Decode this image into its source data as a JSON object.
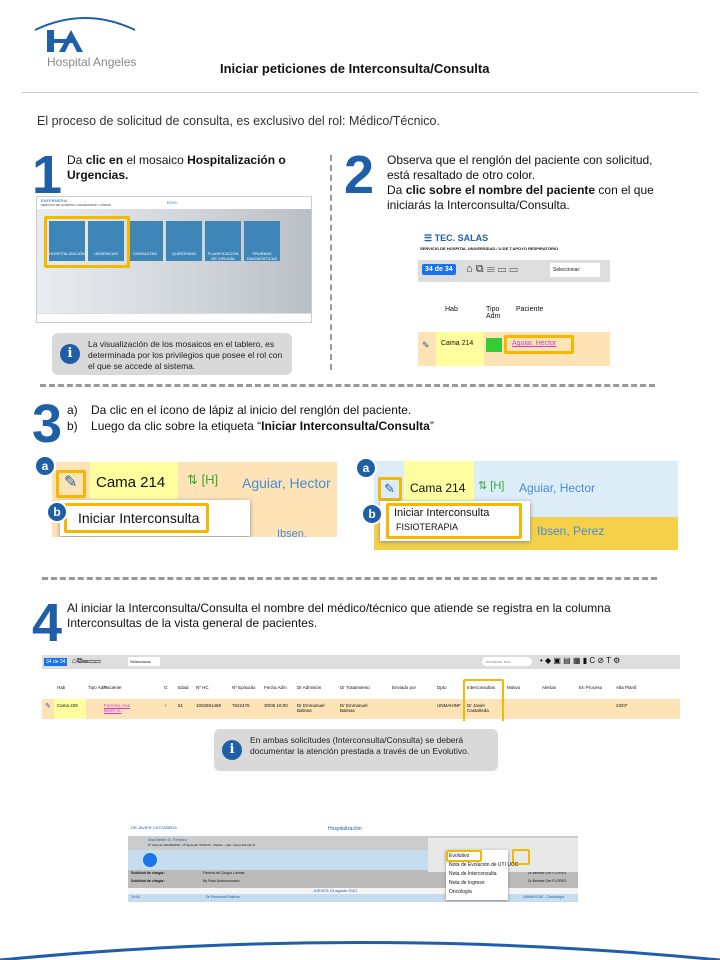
{
  "header": {
    "logo_text": "Hospital Angeles",
    "title": "Iniciar peticiones de Interconsulta/Consulta"
  },
  "intro": "El proceso de solicitud de consulta, es exclusivo del rol: Médico/Técnico.",
  "step1": {
    "number": "1",
    "text_a": "Da ",
    "text_b": "clic en",
    "text_c": " el mosaico ",
    "text_d": "Hospitalización o Urgencias.",
    "shot": {
      "user": "ENFERMERIA",
      "service": "SERVICIO DE HOSPITAL UNIVERSIDAD / UNIDAD",
      "center": "ECHI",
      "tiles": [
        "HOSPITALIZACIÓN",
        "URGENCIAS",
        "CONSULTAS",
        "QUIRÓFANO",
        "PLANIFICACIÓN DE CIRUGÍA",
        "PRUEBAS DIAGNÓSTICAS"
      ]
    },
    "info": "La visualización de los mosaicos en el tablero, es determinada por los privilegios que posee el rol con el que se accede al sistema."
  },
  "step2": {
    "number": "2",
    "text_a": "Observa que el renglón del paciente con solicitud, está resaltado de otro color.",
    "text_b": "Da ",
    "text_c": "clic sobre el nombre del paciente",
    "text_d": " con el que iniciarás la Interconsulta/Consulta.",
    "shot": {
      "user": "TEC. SALAS",
      "service": "SERVICIO DE HOSPITAL UNIVERSIDAD / U.DE T.APOYO RESPIRATORIO",
      "count": "34 de 34",
      "select": "Seleccionar:",
      "col_hab": "Hab",
      "col_tipo": "Tipo Adm",
      "col_paciente": "Paciente",
      "hab": "Cama 214",
      "paciente": "Aguiar, Hector"
    }
  },
  "step3": {
    "number": "3",
    "a_label": "a)",
    "a_text": "Da clic en el ícono de lápiz al inicio del renglón del paciente.",
    "b_label": "b)",
    "b_text_1": "Luego da clic sobre la etiqueta “",
    "b_text_2": "Iniciar Interconsulta",
    "b_text_3": "/Consulta",
    "b_text_4": "”",
    "img1": {
      "badge_a": "a",
      "badge_b": "b",
      "hab": "Cama 214",
      "paciente": "Aguiar, Hector",
      "menu": "Iniciar Interconsulta",
      "next": "Ibsen, Perez"
    },
    "img2": {
      "badge_a": "a",
      "badge_b": "b",
      "hab": "Cama 214",
      "paciente": "Aguiar, Hector",
      "menu": "Iniciar Interconsulta",
      "sub": "FISIOTERAPIA",
      "next": "Ibsen, Perez"
    }
  },
  "step4": {
    "number": "4",
    "text": "Al iniciar la Interconsulta/Consulta el nombre del médico/técnico que atiende se registra en la columna Interconsultas de la vista general de pacientes.",
    "shot": {
      "count": "34 de 34",
      "select": "Seleccionar",
      "search": "Introducir text...",
      "columns": [
        "Hab",
        "Tipo Adm",
        "Paciente",
        "G",
        "Edad",
        "Nº HC",
        "Nº Episodio",
        "Fecha Adm",
        "Dr Admisión",
        "Dr Tratamiento",
        "Enviado por",
        "Dpto",
        "Interconsultas",
        "Motivo",
        "Alertas",
        "En Proceso",
        "Alta Planif."
      ],
      "row": [
        "Cama 229",
        "",
        "Ferreira, Ana Belén G.",
        "♀",
        "51",
        "1002691458",
        "7622476",
        "30/06 16:00",
        "Dr Emmanuel Balinas",
        "Dr Emmanuel Balinas",
        "",
        "UNMAHINF",
        "Dr Javier Castañeda",
        "",
        "",
        "",
        "23/07"
      ]
    },
    "info": "En ambas solicitudes (Interconsulta/Consulta) se deberá documentar la atención prestada a través de un Evolutivo."
  },
  "bottom_shot": {
    "user": "DR JAVIER CASTAÑEDA",
    "center": "Hospitalización",
    "patient": "Ana Belén G. Ferreira",
    "details": "Nº Historia 1002691458 - Nº Episodio 7622476 - Médico - Hab. Cama 229 (62 d)",
    "menu": [
      "Evolutivo",
      "Nota de Evolución de UTI UCC",
      "Nota de Interconsulta",
      "Nota de Ingreso",
      "Oncología"
    ],
    "row1_label": "Solicitud de cirugía :",
    "row1_val": "Fantoia de Cirugía Lumbar",
    "row2_label": "Solicitud de cirugía :",
    "row2_val": "By Pass Aortocoronario",
    "row1_doc": "Dr Berinez Ore FLORES",
    "row2_doc": "Dr Berinez Ore FLORES",
    "date": "JUEVES 19 agosto 2021",
    "time": "19:44",
    "doc": "Dr Emmanuel Balinas",
    "dept": "UNMAHCAR - Cardiología"
  },
  "colors": {
    "accent": "#1f5fa8",
    "highlight": "#f5b800",
    "row": "#fde3b5",
    "link": "#d63bd6"
  }
}
